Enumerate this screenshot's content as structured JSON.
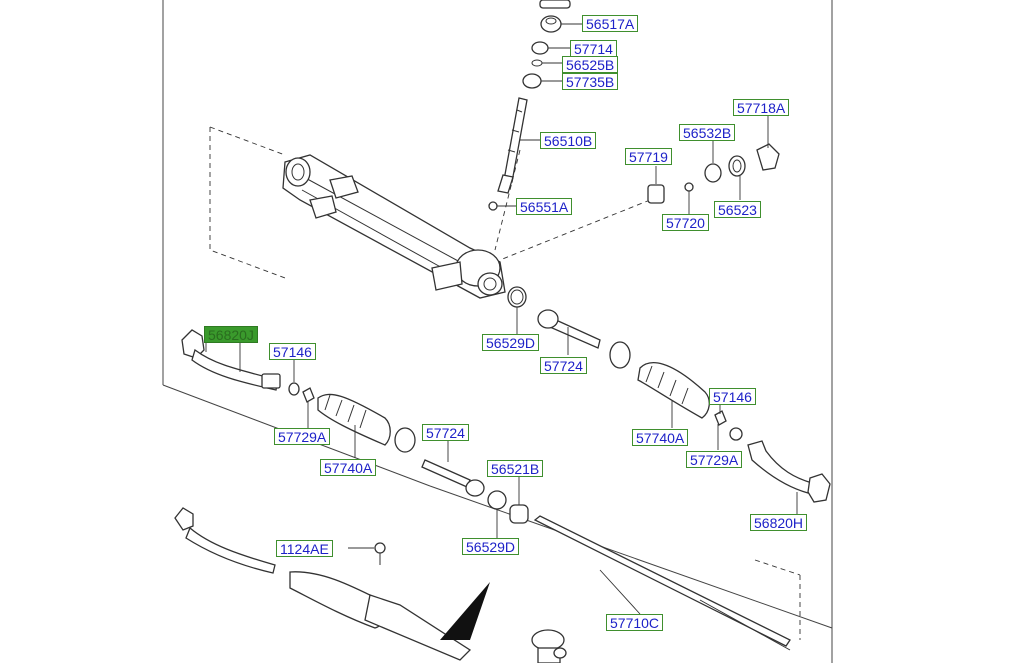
{
  "callouts": [
    {
      "id": "56517A",
      "selected": false
    },
    {
      "id": "57714",
      "selected": false
    },
    {
      "id": "56525B",
      "selected": false
    },
    {
      "id": "57735B",
      "selected": false
    },
    {
      "id": "57718A",
      "selected": false
    },
    {
      "id": "56532B",
      "selected": false
    },
    {
      "id": "56510B",
      "selected": false
    },
    {
      "id": "57719",
      "selected": false
    },
    {
      "id": "56551A",
      "selected": false
    },
    {
      "id": "57720",
      "selected": false
    },
    {
      "id": "56523",
      "selected": false
    },
    {
      "id": "56820J",
      "selected": true
    },
    {
      "id": "57146",
      "selected": false
    },
    {
      "id": "56529D",
      "selected": false
    },
    {
      "id": "57724",
      "selected": false
    },
    {
      "id": "57740A",
      "selected": false
    },
    {
      "id": "57146",
      "selected": false
    },
    {
      "id": "57729A",
      "selected": false
    },
    {
      "id": "57724",
      "selected": false
    },
    {
      "id": "57740A",
      "selected": false
    },
    {
      "id": "57729A",
      "selected": false
    },
    {
      "id": "56521B",
      "selected": false
    },
    {
      "id": "56820H",
      "selected": false
    },
    {
      "id": "56529D",
      "selected": false
    },
    {
      "id": "1124AE",
      "selected": false
    },
    {
      "id": "57710C",
      "selected": false
    }
  ]
}
